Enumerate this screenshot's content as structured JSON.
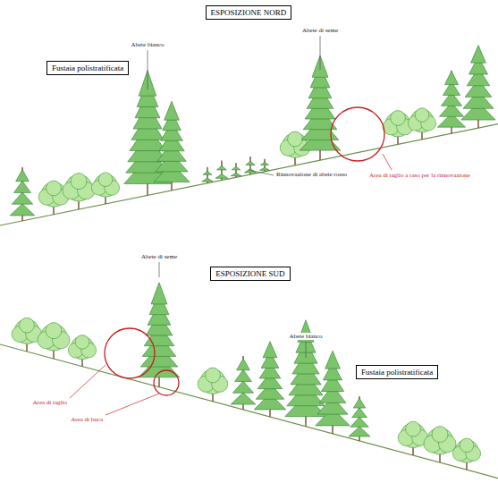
{
  "diagram": {
    "nodes": [
      {
        "text": [
          "ESPOSIZIONE NORD"
        ]
      },
      {
        "text": [
          "Fustaia polistratificata"
        ]
      },
      {
        "text": [
          "ESPOSIZIONE SUD"
        ]
      },
      {
        "text": [
          "Fustaia polistratificata"
        ]
      }
    ],
    "labels": [
      "Abete bianco",
      "Abete di seme",
      "Rinnovazione di abete rosso",
      "Area di taglio a raso per la rinnovazione",
      "Abete di seme",
      "Area di taglio",
      "Area di buca",
      "Abete bianco"
    ]
  }
}
